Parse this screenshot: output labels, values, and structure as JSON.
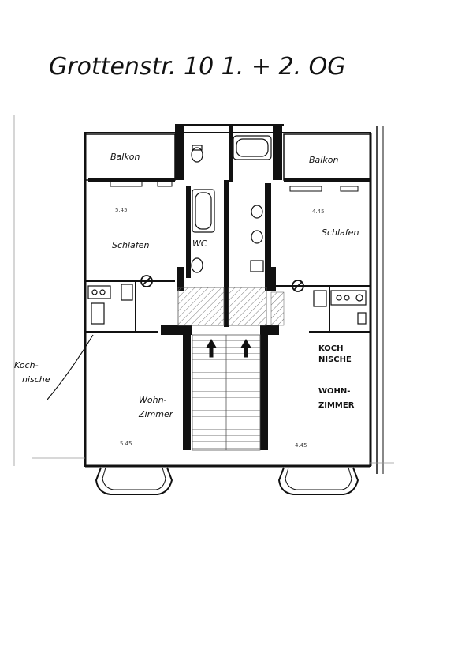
{
  "title": "Grottenstr. 10   1. + 2. OG",
  "rooms": {
    "balkon_left": "Balkon",
    "balkon_right": "Balkon",
    "schlafen_left": "Schlafen",
    "schlafen_right": "Schlafen",
    "wohnzimmer_left_1": "Wohn-",
    "wohnzimmer_left_2": "Zimmer",
    "wohnzimmer_right_1": "WOHN-",
    "wohnzimmer_right_2": "ZIMMER",
    "kochnische_left_1": "Koch-",
    "kochnische_left_2": "nische",
    "kochnische_right_1": "KOCH",
    "kochnische_right_2": "NISCHE",
    "wc_left": "WC"
  },
  "dimensions": {
    "d1": "5.45",
    "d2": "4.45",
    "d3": "5.45",
    "d4": "4.45"
  },
  "colors": {
    "ink": "#111111",
    "paper": "#ffffff",
    "hatch": "#777777"
  }
}
